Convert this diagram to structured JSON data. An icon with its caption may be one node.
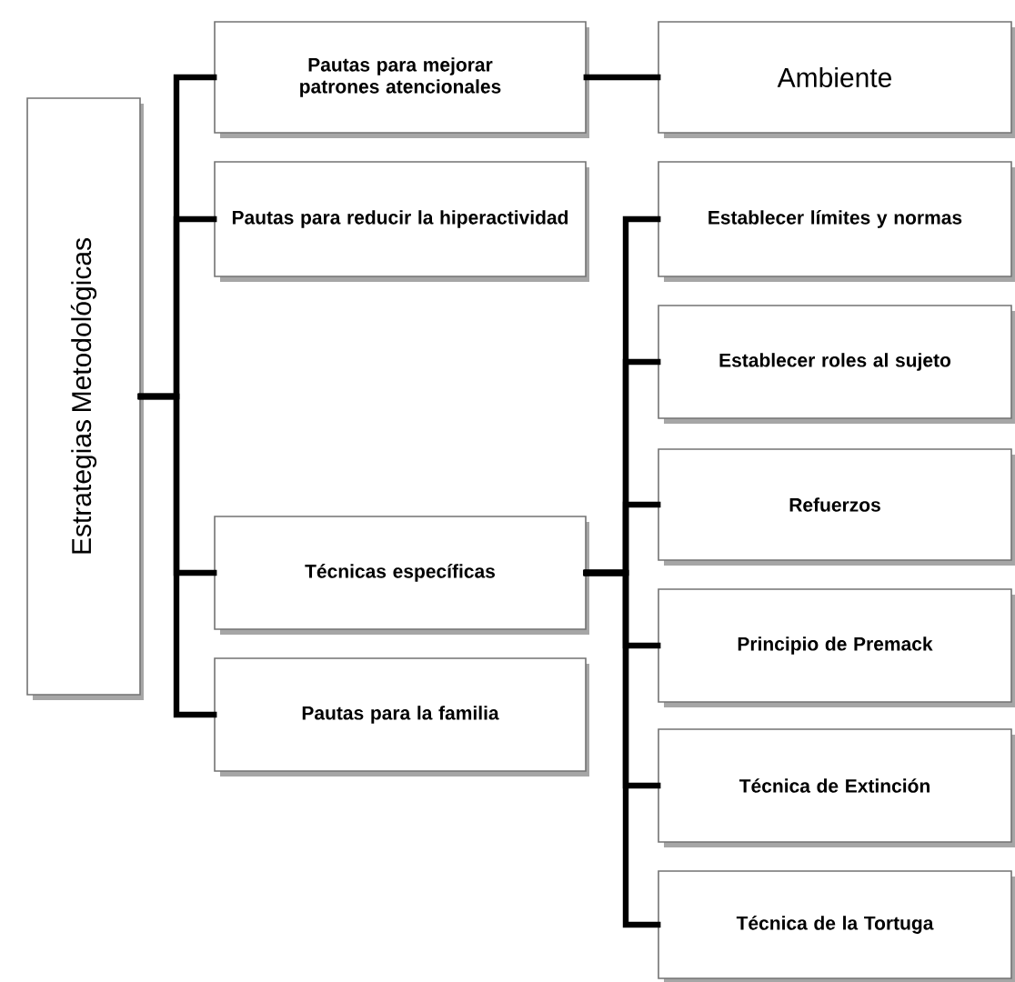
{
  "diagram": {
    "nodes": [
      {
        "text": [
          "Estrategias Metodológicas"
        ]
      },
      {
        "text": [
          "Pautas para mejorar patrones atencionales"
        ]
      },
      {
        "text": [
          "Pautas para reducir la hiperactividad"
        ]
      },
      {
        "text": [
          "Técnicas específicas"
        ]
      },
      {
        "text": [
          "Pautas para la familia"
        ]
      },
      {
        "text": [
          "Ambiente"
        ]
      },
      {
        "text": [
          "Establecer límites y normas"
        ]
      },
      {
        "text": [
          "Establecer roles al sujeto"
        ]
      },
      {
        "text": [
          "Refuerzos"
        ]
      },
      {
        "text": [
          "Principio de Premack"
        ]
      },
      {
        "text": [
          "Técnica de Extinción"
        ]
      },
      {
        "text": [
          "Técnica de la Tortuga"
        ]
      }
    ],
    "edges": [
      {
        "from": 0,
        "to": 1,
        "arrow": "none"
      },
      {
        "from": 0,
        "to": 2,
        "arrow": "none"
      },
      {
        "from": 0,
        "to": 3,
        "arrow": "none"
      },
      {
        "from": 0,
        "to": 4,
        "arrow": "none"
      },
      {
        "from": 1,
        "to": 5,
        "arrow": "none"
      },
      {
        "from": 3,
        "to": 6,
        "arrow": "none"
      },
      {
        "from": 3,
        "to": 7,
        "arrow": "none"
      },
      {
        "from": 3,
        "to": 8,
        "arrow": "none"
      },
      {
        "from": 3,
        "to": 9,
        "arrow": "none"
      },
      {
        "from": 3,
        "to": 10,
        "arrow": "none"
      },
      {
        "from": 3,
        "to": 11,
        "arrow": "none"
      }
    ]
  }
}
